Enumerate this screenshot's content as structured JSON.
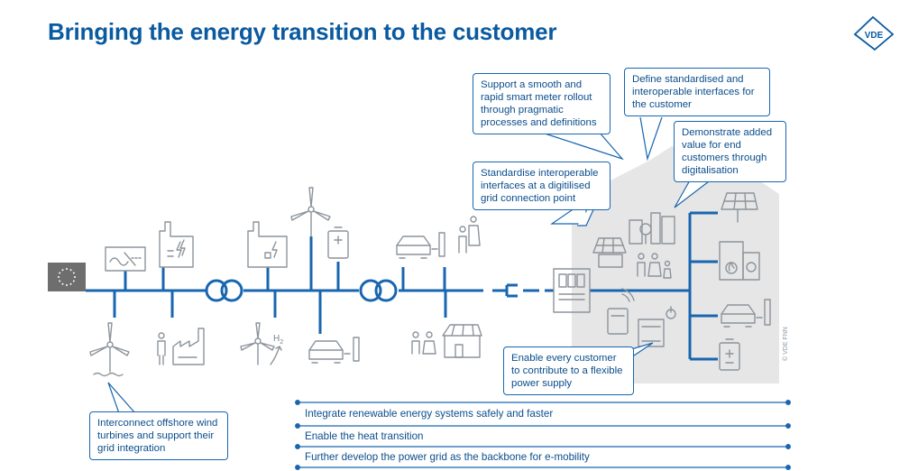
{
  "title": "Bringing the energy transition to the customer",
  "logo_text": "VDE",
  "callouts": {
    "smart_meter": "Support a smooth and rapid smart meter rollout through pragmatic processes and definitions",
    "interfaces_customer": "Define standardised and interoperable interfaces for the customer",
    "added_value": "Demonstrate added value for end customers through digitalisation",
    "grid_connection": "Standardise interoperable interfaces at a digitilised grid connection point",
    "flexible_supply": "Enable every customer to contribute to a flexible power supply",
    "offshore": "Interconnect offshore wind turbines and support their grid integration"
  },
  "bars": [
    "Integrate renewable energy systems safely and faster",
    "Enable the heat transition",
    "Further develop the power grid as the backbone for e-mobility"
  ],
  "h2_label": "H",
  "h2_sub": "2",
  "credit": "© VDE FNN",
  "colors": {
    "blue": "#0a5aa0",
    "line": "#1866b0",
    "icon": "#8c949c",
    "house": "#e6e6e6"
  }
}
